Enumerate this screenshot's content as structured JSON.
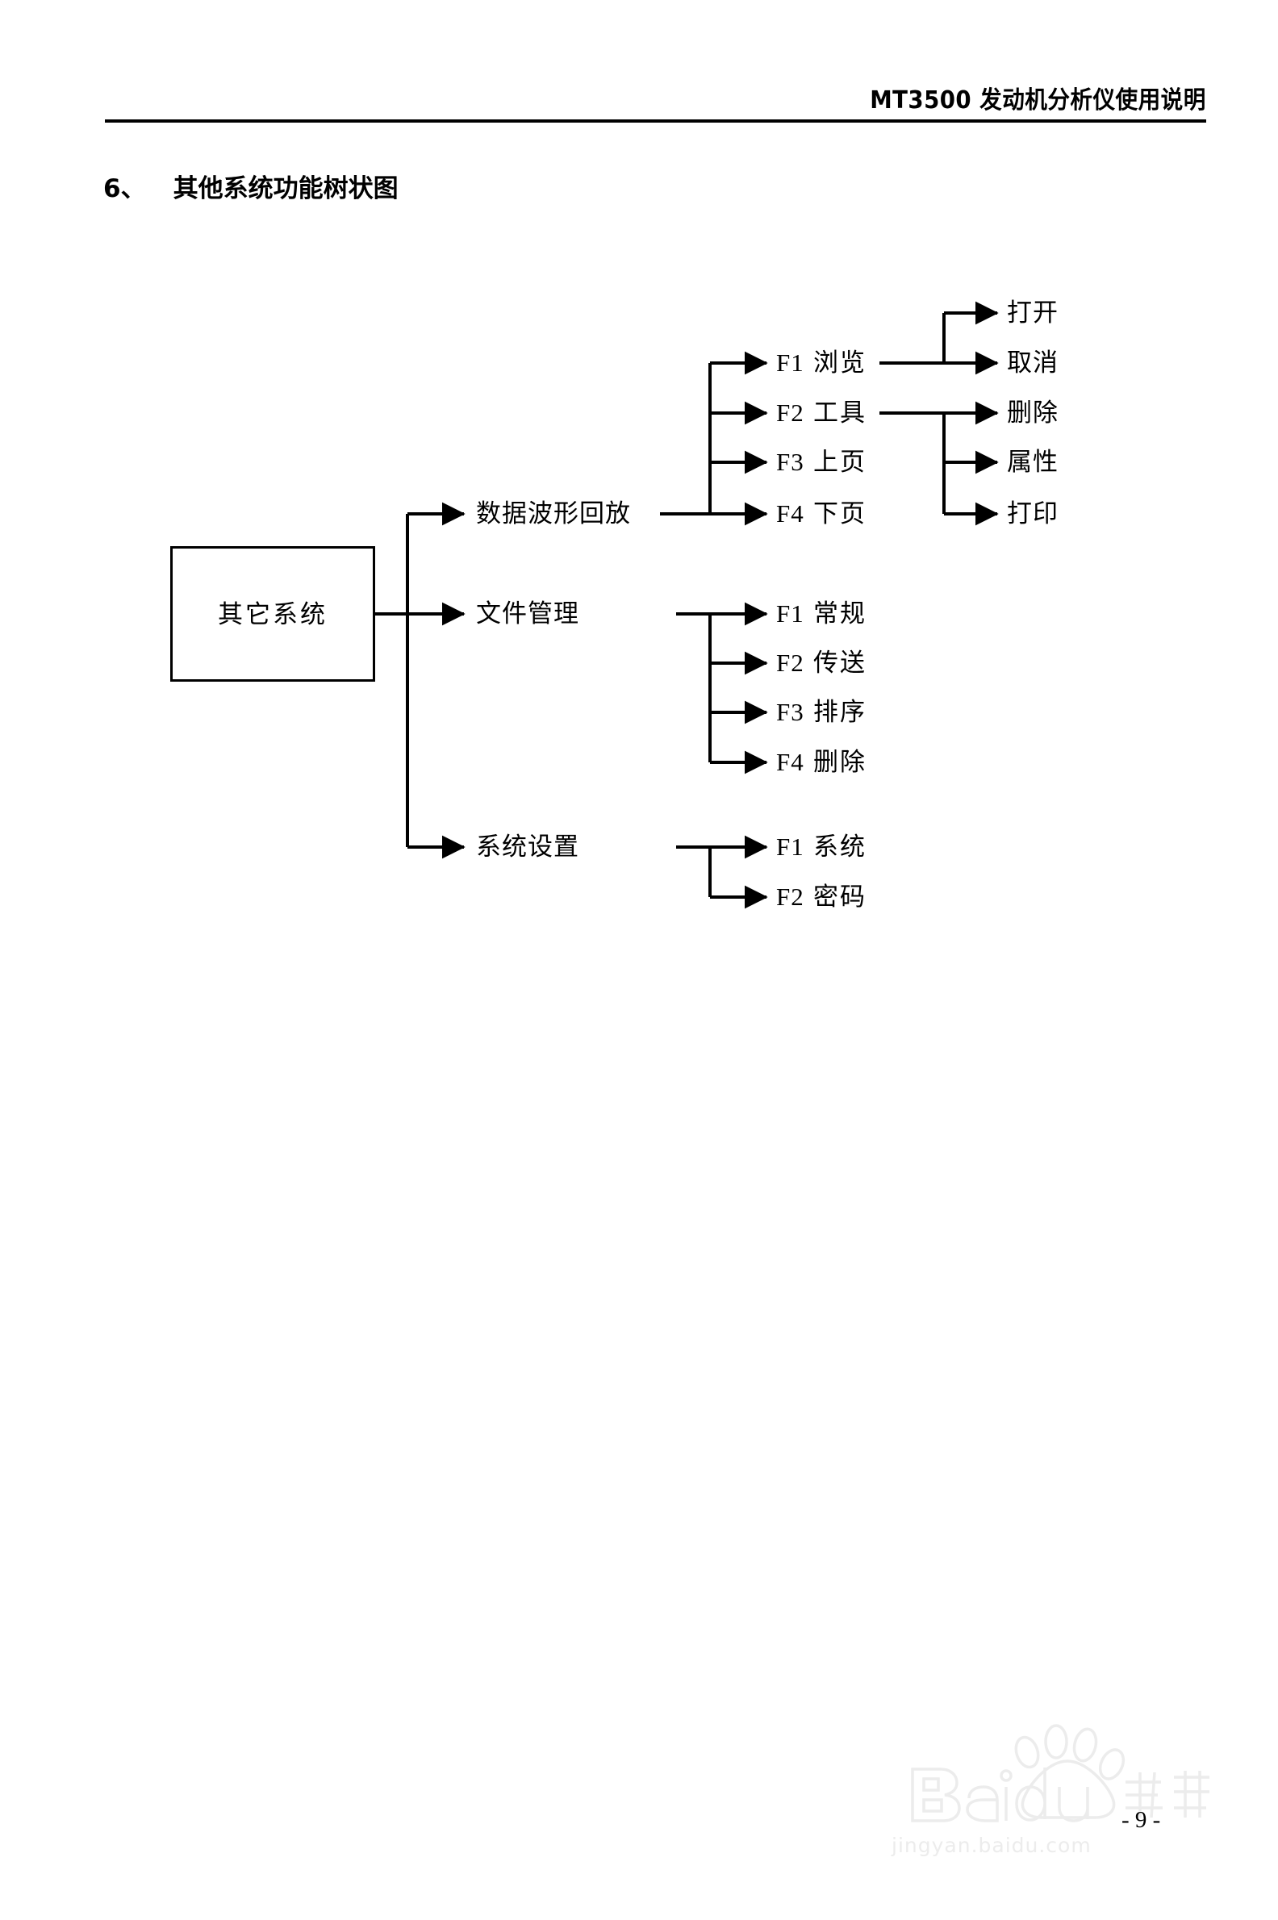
{
  "header": {
    "title": "MT3500 发动机分析仪使用说明"
  },
  "section": {
    "number": "6、",
    "title": "其他系统功能树状图"
  },
  "diagram": {
    "root": {
      "label": "其它系统"
    },
    "level2": [
      {
        "label": "数据波形回放"
      },
      {
        "label": "文件管理"
      },
      {
        "label": "系统设置"
      }
    ],
    "playback_children": [
      {
        "key": "F1",
        "name": "浏览"
      },
      {
        "key": "F2",
        "name": "工具"
      },
      {
        "key": "F3",
        "name": "上页"
      },
      {
        "key": "F4",
        "name": "下页"
      }
    ],
    "browse_children": [
      {
        "name": "打开"
      },
      {
        "name": "取消"
      }
    ],
    "tools_children": [
      {
        "name": "删除"
      },
      {
        "name": "属性"
      },
      {
        "name": "打印"
      }
    ],
    "file_children": [
      {
        "key": "F1",
        "name": "常规"
      },
      {
        "key": "F2",
        "name": "传送"
      },
      {
        "key": "F3",
        "name": "排序"
      },
      {
        "key": "F4",
        "name": "删除"
      }
    ],
    "settings_children": [
      {
        "key": "F1",
        "name": "系统"
      },
      {
        "key": "F2",
        "name": "密码"
      }
    ]
  },
  "footer": {
    "watermark_text": "jingyan.baidu.com",
    "page_number": "- 9 -"
  },
  "colors": {
    "ink": "#000000",
    "paper": "#ffffff",
    "watermark": "#ececec"
  }
}
